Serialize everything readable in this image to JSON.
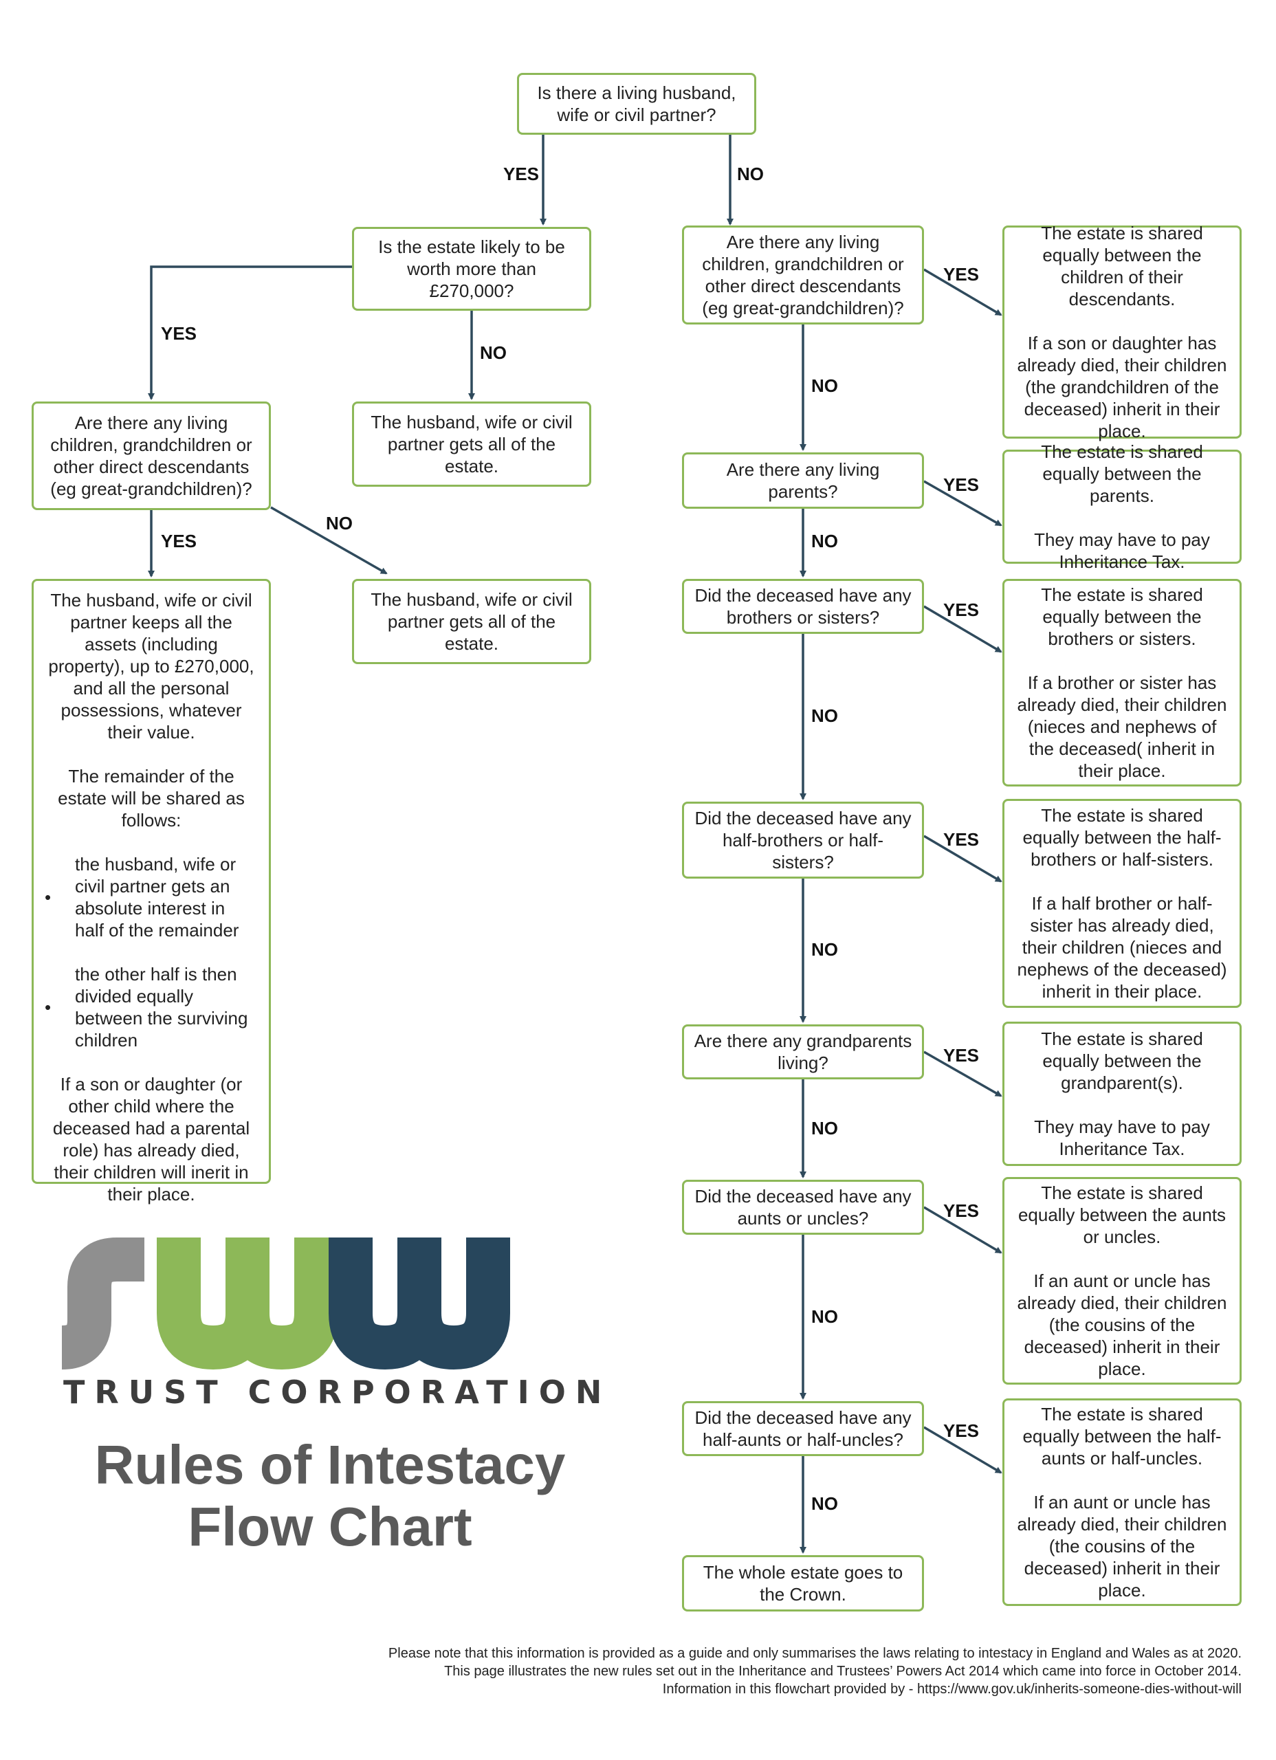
{
  "colors": {
    "box_border": "#8db858",
    "connector": "#2f4a5c",
    "logo_grey": "#8f8f8f",
    "logo_green": "#8db858",
    "logo_navy": "#27465c",
    "title": "#5a5a5a"
  },
  "questions": {
    "q_spouse": "Is there a living husband, wife or civil partner?",
    "q_estate": "Is the estate likely to be worth more than £270,000?",
    "q_desc_left": "Are there any living children, grandchildren or other direct descendants (eg great-grandchildren)?",
    "q_desc_right": "Are there any living children, grandchildren or other direct descendants (eg great-grandchildren)?",
    "q_parents": "Are there any living parents?",
    "q_siblings": "Did the deceased have any brothers or sisters?",
    "q_half_siblings": "Did the deceased have any half-brothers or half-sisters?",
    "q_grandparents": "Are there any grandparents living?",
    "q_aunts": "Did the deceased have any aunts or uncles?",
    "q_half_aunts": "Did the deceased have any half-aunts or half-uncles?"
  },
  "outcomes": {
    "spouse_all_1": "The husband, wife or civil partner gets all of the estate.",
    "spouse_all_2": "The husband, wife or civil partner gets all of the estate.",
    "spouse_share": {
      "p1": "The husband, wife or civil partner keeps all the assets (including property), up to £270,000, and all the personal possessions, whatever their value.",
      "p2": "The remainder of the estate will be shared as follows:",
      "bullet1": "the husband, wife or civil partner gets an absolute interest in half of the remainder",
      "bullet2": "the other half is then divided equally between the surviving children",
      "p3": "If a son or daughter (or other child where the deceased had a parental role) has already died, their children will inerit in their place."
    },
    "children": {
      "p1": "The estate is shared equally between the children of their descendants.",
      "p2": "If a son or daughter has already died, their children (the grandchildren of the deceased) inherit in their place."
    },
    "parents": {
      "p1": "The estate is shared equally between the parents.",
      "p2": "They may have to pay Inheritance Tax."
    },
    "siblings": {
      "p1": "The estate is shared equally between the brothers or sisters.",
      "p2": "If a brother or sister has already died, their children (nieces and nephews of the deceased( inherit in their place."
    },
    "half_siblings": {
      "p1": "The estate is shared equally between the half-brothers or half-sisters.",
      "p2": "If a half brother or half-sister has already died, their children (nieces and nephews of the deceased) inherit in their place."
    },
    "grandparents": {
      "p1": "The estate is shared equally between the grandparent(s).",
      "p2": "They may have to pay Inheritance Tax."
    },
    "aunts": {
      "p1": "The estate is shared equally between the aunts or uncles.",
      "p2": "If an aunt or uncle has already died, their children (the cousins of the deceased) inherit in their place."
    },
    "half_aunts": {
      "p1": "The estate is shared equally between the half-aunts or half-uncles.",
      "p2": "If an aunt or uncle has already died, their children (the cousins of the deceased) inherit in their place."
    },
    "crown": "The whole estate goes to the Crown."
  },
  "edge_labels": {
    "yes": "YES",
    "no": "NO"
  },
  "bullet_glyph": "•",
  "logo": {
    "wordmark": "TRUST CORPORATION"
  },
  "title": {
    "line1": "Rules of Intestacy",
    "line2": "Flow Chart"
  },
  "footer": {
    "line1": "Please note that this information is provided as a guide and only summarises the laws relating to intestacy in England and Wales as at 2020.",
    "line2": "This page illustrates the new rules set out in the Inheritance and Trustees’ Powers Act 2014 which came into force in October 2014.",
    "line3": "Information in this flowchart provided by - https://www.gov.uk/inherits-someone-dies-without-will"
  }
}
